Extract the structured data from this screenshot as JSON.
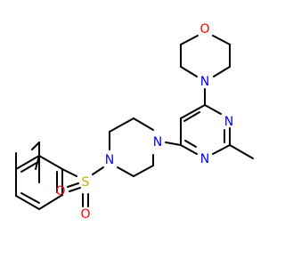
{
  "molecule": {
    "atoms": {
      "morpholine_oxygen": {
        "text": "O",
        "color": "#ff0000"
      },
      "morpholine_nitrogen": {
        "text": "N",
        "color": "#0000ff"
      },
      "pyrimidine_n1": {
        "text": "N",
        "color": "#0000ff"
      },
      "pyrimidine_n3": {
        "text": "N",
        "color": "#0000ff"
      },
      "piperazine_n4": {
        "text": "N",
        "color": "#0000ff"
      },
      "piperazine_n1": {
        "text": "N",
        "color": "#0000ff"
      },
      "sulfur": {
        "text": "S",
        "color": "#ccaa00"
      },
      "sulfonyl_o_left": {
        "text": "O",
        "color": "#ff0000"
      },
      "sulfonyl_o_bottom": {
        "text": "O",
        "color": "#ff0000"
      }
    },
    "bond_color": "#000000"
  }
}
